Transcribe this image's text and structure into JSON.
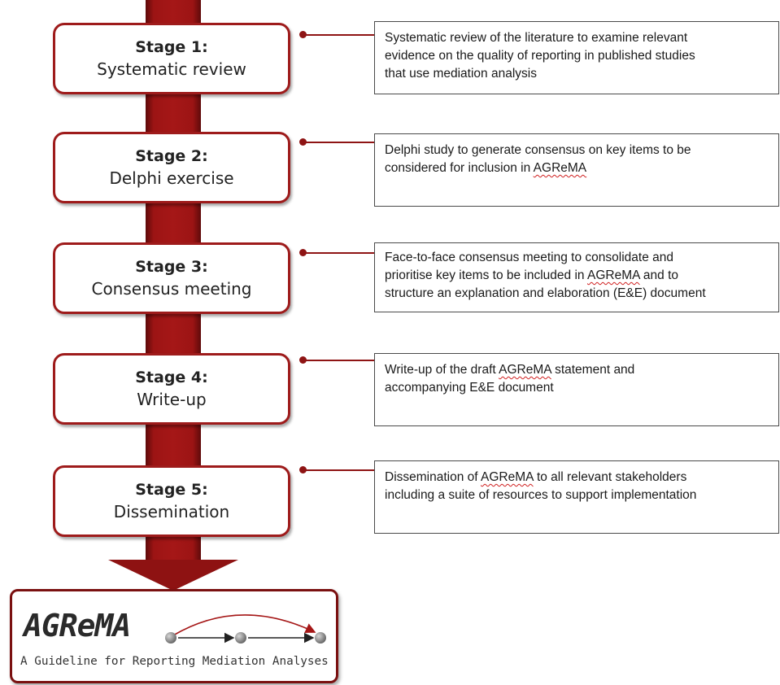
{
  "stages": [
    {
      "title": "Stage 1:",
      "name": "Systematic review",
      "description": [
        {
          "text": "Systematic review of the literature to examine relevant"
        },
        {
          "text": "evidence on the quality of reporting in published studies"
        },
        {
          "text": "that use mediation analysis"
        }
      ]
    },
    {
      "title": "Stage 2:",
      "name": "Delphi exercise",
      "description": [
        {
          "text": "Delphi study to generate consensus on key items to be"
        },
        {
          "pre": "considered for inclusion in ",
          "mark": "AGReMA",
          "post": ""
        }
      ]
    },
    {
      "title": "Stage 3:",
      "name": "Consensus meeting",
      "description": [
        {
          "text": "Face-to-face consensus meeting to consolidate and"
        },
        {
          "pre": "prioritise key items to be included in ",
          "mark": "AGReMA",
          "post": " and to"
        },
        {
          "text": "structure an explanation and elaboration (E&E) document"
        }
      ]
    },
    {
      "title": "Stage 4:",
      "name": "Write-up",
      "description": [
        {
          "pre": "Write-up of the draft ",
          "mark": "AGReMA",
          "post": " statement and"
        },
        {
          "text": "accompanying E&E document"
        }
      ]
    },
    {
      "title": "Stage 5:",
      "name": "Dissemination",
      "description": [
        {
          "pre": "Dissemination of ",
          "mark": "AGReMA",
          "post": " to all relevant stakeholders"
        },
        {
          "text": "including a suite of resources to support implementation"
        }
      ]
    }
  ],
  "logo": {
    "title": "AGReMA",
    "subtitle": "A Guideline for Reporting Mediation Analyses"
  },
  "colors": {
    "accent": "#9e1b1b",
    "arrow": "#a51717",
    "text": "#222222",
    "spellcheck_underline": "#d02020"
  }
}
